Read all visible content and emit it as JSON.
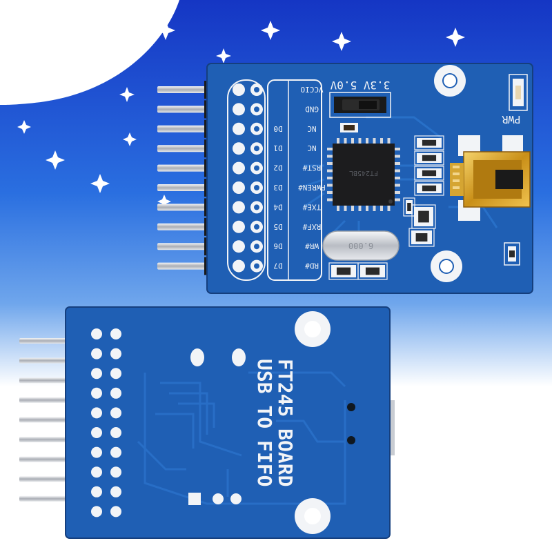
{
  "colors": {
    "background_top": "#1a4fd6",
    "background_bottom": "#ffffff",
    "pcb_blue": "#1f63b8",
    "pcb_trace": "#2b74cc",
    "silkscreen": "#f2f4f7",
    "gold": "#d9a62a",
    "pin_black": "#1a1a1a",
    "pin_silver": "#c9ccd1",
    "chip": "#1c1c1e"
  },
  "top_board": {
    "jumper_label": "3.3V 5.0V",
    "pwr_label": "PWR",
    "header_labels": [
      "VCCIO",
      "GND",
      "NC",
      "NC",
      "RST#",
      "PWREN#",
      "TXE#",
      "RXF#",
      "WR#",
      "RD#"
    ],
    "data_pins": [
      "D0",
      "D1",
      "D2",
      "D3",
      "D4",
      "D5",
      "D6",
      "D7"
    ],
    "chip_marking": "FT245BL",
    "crystal_marking": "6.000"
  },
  "bottom_board": {
    "board_name": "FT245 BOARD",
    "board_subtitle": "USB TO FIFO"
  }
}
